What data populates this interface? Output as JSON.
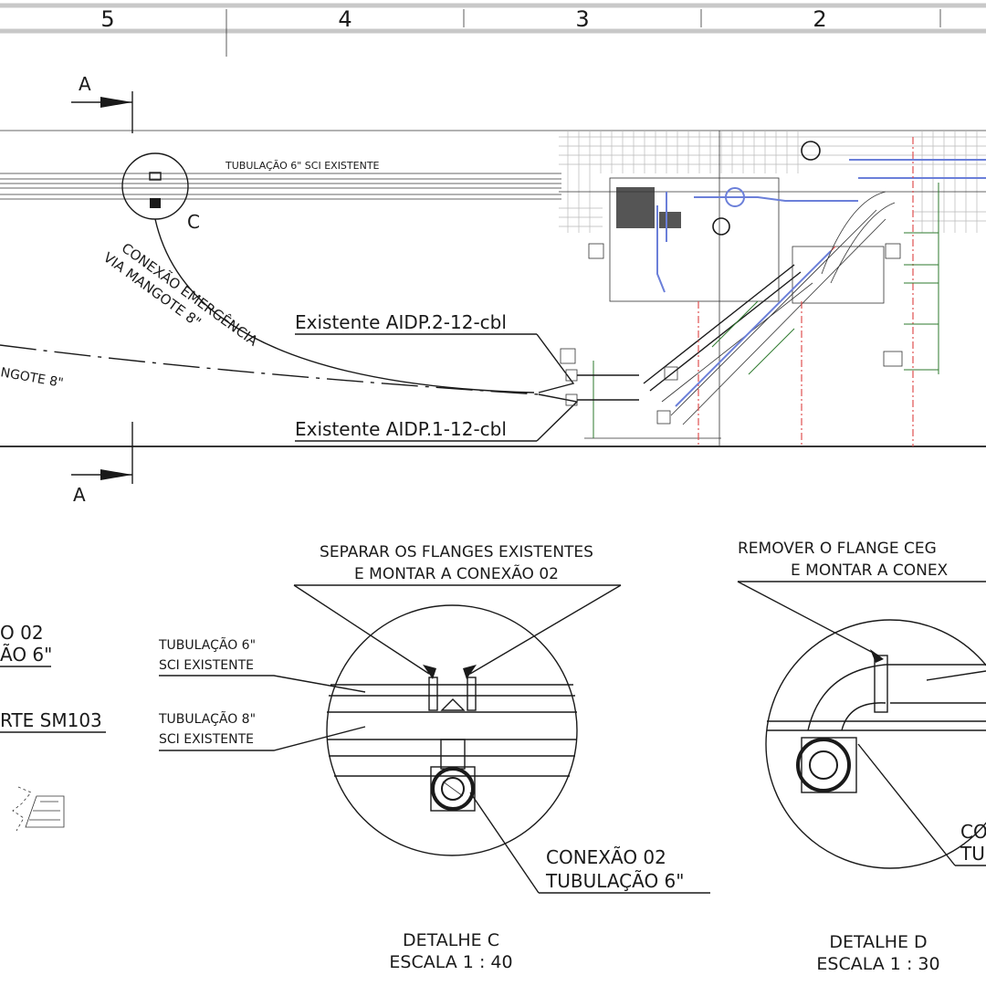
{
  "zone_numbers": [
    "5",
    "4",
    "3",
    "2"
  ],
  "section_marker": "A",
  "detail_marker": "C",
  "labels": {
    "pipe_6_existing": "TUBULAÇÃO 6\" SCI EXISTENTE",
    "emergency_line1": "CONEXÃO EMERGÊNCIA",
    "emergency_line2": "VIA MANGOTE 8\"",
    "mangote_partial": "NGOTE 8\"",
    "aidp2": "Existente AIDP.2-12-cbl",
    "aidp1": "Existente AIDP.1-12-cbl"
  },
  "left_partial": {
    "line1": "O 02",
    "line2": "ÃO 6\"",
    "line3": "RTE SM103"
  },
  "detail_c": {
    "note_line1": "SEPARAR OS FLANGES EXISTENTES",
    "note_line2": "E MONTAR A CONEXÃO 02",
    "pipe6_line1": "TUBULAÇÃO 6\"",
    "pipe6_line2": "SCI EXISTENTE",
    "pipe8_line1": "TUBULAÇÃO 8\"",
    "pipe8_line2": "SCI EXISTENTE",
    "conn_line1": "CONEXÃO 02",
    "conn_line2": "TUBULAÇÃO 6\"",
    "title": "DETALHE C",
    "scale": "ESCALA 1 : 40"
  },
  "detail_d": {
    "note_line1": "REMOVER O FLANGE CEG",
    "note_line2": "E MONTAR A CONEX",
    "side_line1": "CO",
    "side_line2": "TU",
    "title": "DETALHE D",
    "scale": "ESCALA 1 : 30"
  }
}
